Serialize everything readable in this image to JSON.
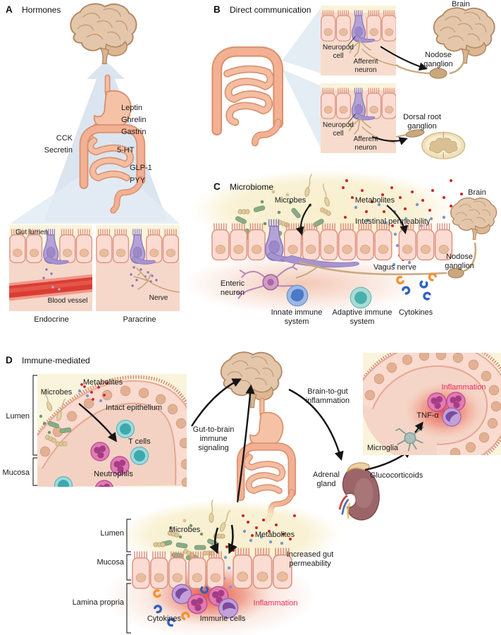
{
  "panel_a": {
    "letter": "A",
    "title": "Hormones",
    "leptin": "Leptin",
    "ghrelin": "Ghrelin",
    "gastrin": "Gastrin",
    "cck": "CCK",
    "secretin": "Secretin",
    "serotonin": "5-HT",
    "glp1": "GLP-1",
    "pyy": "PYY",
    "gut_lumen": "Gut lumen",
    "blood_vessel": "Blood vessel",
    "nerve": "Nerve",
    "endocrine": "Endocrine",
    "paracrine": "Paracrine"
  },
  "panel_b": {
    "letter": "B",
    "title": "Direct communication",
    "brain": "Brain",
    "neuropod_cell": "Neuropod cell",
    "afferent_neuron": "Afferent neuron",
    "nodose_ganglion": "Nodose ganglion",
    "dorsal_root_ganglion": "Dorsal root ganglion"
  },
  "panel_c": {
    "letter": "C",
    "title": "Microbiome",
    "microbes": "Microbes",
    "metabolites": "Metabolites",
    "intestinal_permeability": "Intestinal permeability",
    "brain": "Brain",
    "nodose_ganglion": "Nodose ganglion",
    "vagus_nerve": "Vagus nerve",
    "enteric_neuron": "Enteric neuron",
    "innate_immune_system": "Innate immune system",
    "adaptive_immune_system": "Adaptive immune system",
    "cytokines": "Cytokines"
  },
  "panel_d": {
    "letter": "D",
    "title": "Immune-mediated",
    "lumen": "Lumen",
    "mucosa": "Mucosa",
    "lamina_propria": "Lamina propria",
    "microbes": "Microbes",
    "metabolites": "Metabolites",
    "intact_epithelium": "Intact epithelium",
    "t_cells": "T cells",
    "neutrophils": "Neutrophils",
    "gut_to_brain": "Gut-to-brain immune signaling",
    "brain_to_gut": "Brain-to-gut inflammation",
    "adrenal_gland": "Adrenal gland",
    "glucocorticoids": "Glucocorticoids",
    "microglia": "Microglia",
    "tnf_alpha": "TNF-α",
    "inflammation": "Inflammation",
    "increased_gut_permeability": "Increased gut permeability",
    "cytokines": "Cytokines",
    "immune_cells": "Immune cells"
  },
  "colors": {
    "lumen_cream": "#faf4dc",
    "mucosa_pink": "#f5d8ca",
    "cell_fill": "#fbdcd2",
    "cell_border": "#df9280",
    "endocrine_purple": "#b5a3d7",
    "nerve_tan": "#c9a97e",
    "arrow_blue": "#dbe5f0",
    "blood_red": "#da3d33",
    "inflammation_text_red": "#ea2c5c",
    "metabolite_red": "#cc2127",
    "metabolite_blue": "#7c94d4",
    "microbe_green": "#8aab86",
    "microbe_tan": "#ddc89b",
    "cytokine_orange": "#f0922f",
    "cytokine_blue": "#2f61c2",
    "tcell_teal": "#3da9ad",
    "neutrophil_pink": "#e07db1",
    "kidney_maroon": "#9c6668",
    "brain_tan": "#e4c7ab"
  }
}
